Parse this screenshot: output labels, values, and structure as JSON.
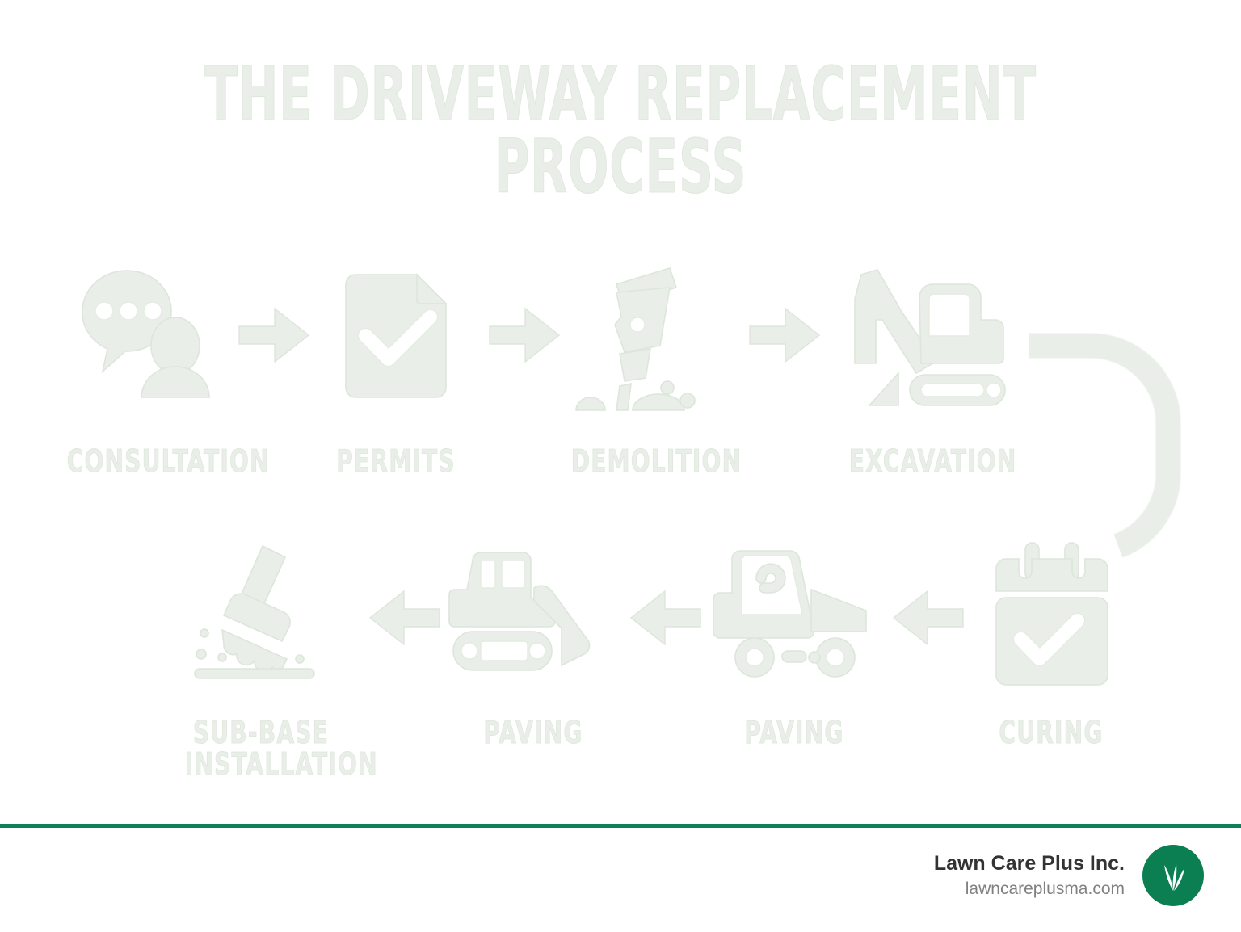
{
  "page": {
    "title_line1": "THE DRIVEWAY REPLACEMENT",
    "title_line2": "PROCESS",
    "title_full": "THE DRIVEWAY REPLACEMENT\nPROCESS",
    "background_color": "#ffffff",
    "accent_color": "#0c805a",
    "faded_fill_color": "#e9eee8",
    "faded_outline_color": "#dce6da"
  },
  "process": {
    "top_row": [
      {
        "label": "CONSULTATION",
        "icon": "speech-bubble-person-icon"
      },
      {
        "label": "PERMITS",
        "icon": "document-check-icon"
      },
      {
        "label": "DEMOLITION",
        "icon": "jackhammer-icon"
      },
      {
        "label": "EXCAVATION",
        "icon": "excavator-icon"
      }
    ],
    "bottom_row": [
      {
        "label": "SUB-BASE\nINSTALLATION",
        "icon": "tamper-compactor-icon"
      },
      {
        "label": "PAVING",
        "icon": "bulldozer-icon"
      },
      {
        "label": "PAVING",
        "icon": "dump-truck-icon"
      },
      {
        "label": "CURING",
        "icon": "calendar-check-icon"
      }
    ],
    "arrows_top": [
      "arrow-right-icon",
      "arrow-right-icon",
      "arrow-right-icon"
    ],
    "arrows_bottom": [
      "arrow-left-icon",
      "arrow-left-icon",
      "arrow-left-icon"
    ],
    "connector": "curved-connector-icon"
  },
  "footer": {
    "brand_name": "Lawn Care Plus Inc.",
    "website": "lawncareplusma.com",
    "logo_icon": "grass-blades-logo-icon",
    "logo_color": "#0c7f52",
    "divider_color": "#0c805a"
  }
}
